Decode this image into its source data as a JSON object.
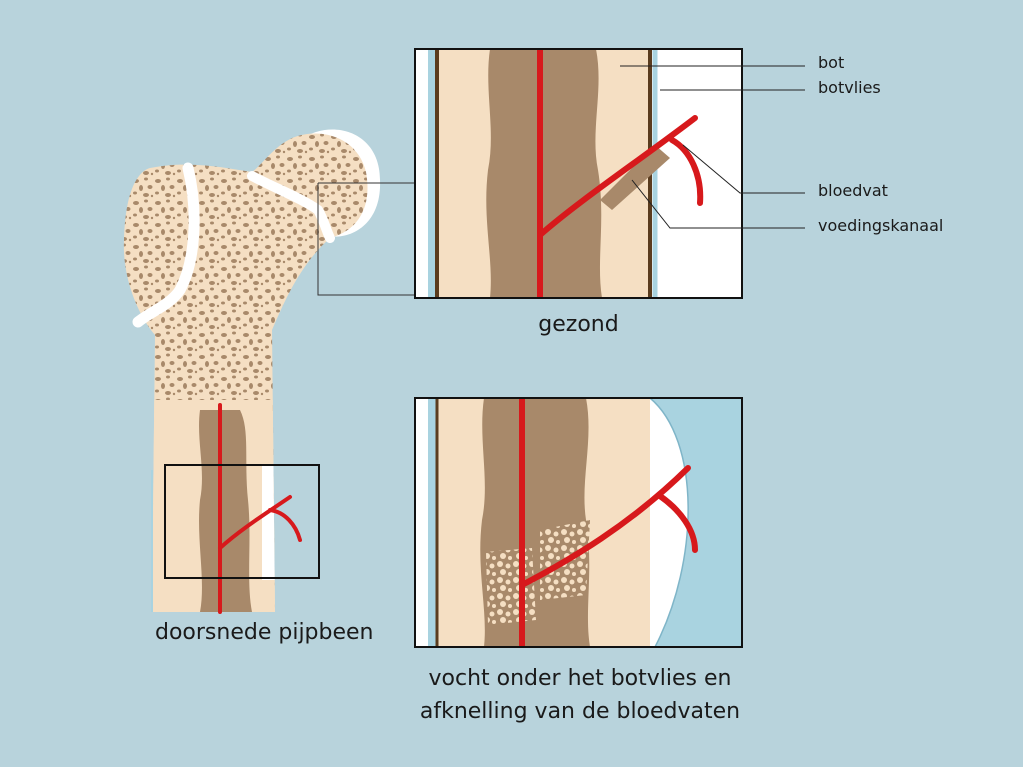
{
  "labels": {
    "bone": "bot",
    "periosteum": "botvlies",
    "blood_vessel": "bloedvat",
    "nutrient_canal": "voedingskanaal"
  },
  "captions": {
    "healthy": "gezond",
    "cross_section": "doorsnede pijpbeen",
    "affected_line1": "vocht onder het botvlies en",
    "affected_line2": "afknelling van de bloedvaten"
  },
  "colors": {
    "background": "#b8d3dc",
    "bone": "#f5dfc3",
    "marrow": "#a8896a",
    "blood_vessel": "#d7191c",
    "periosteum": "#5a3c1e",
    "fluid": "#a9d3e0",
    "cartilage": "#ffffff"
  }
}
